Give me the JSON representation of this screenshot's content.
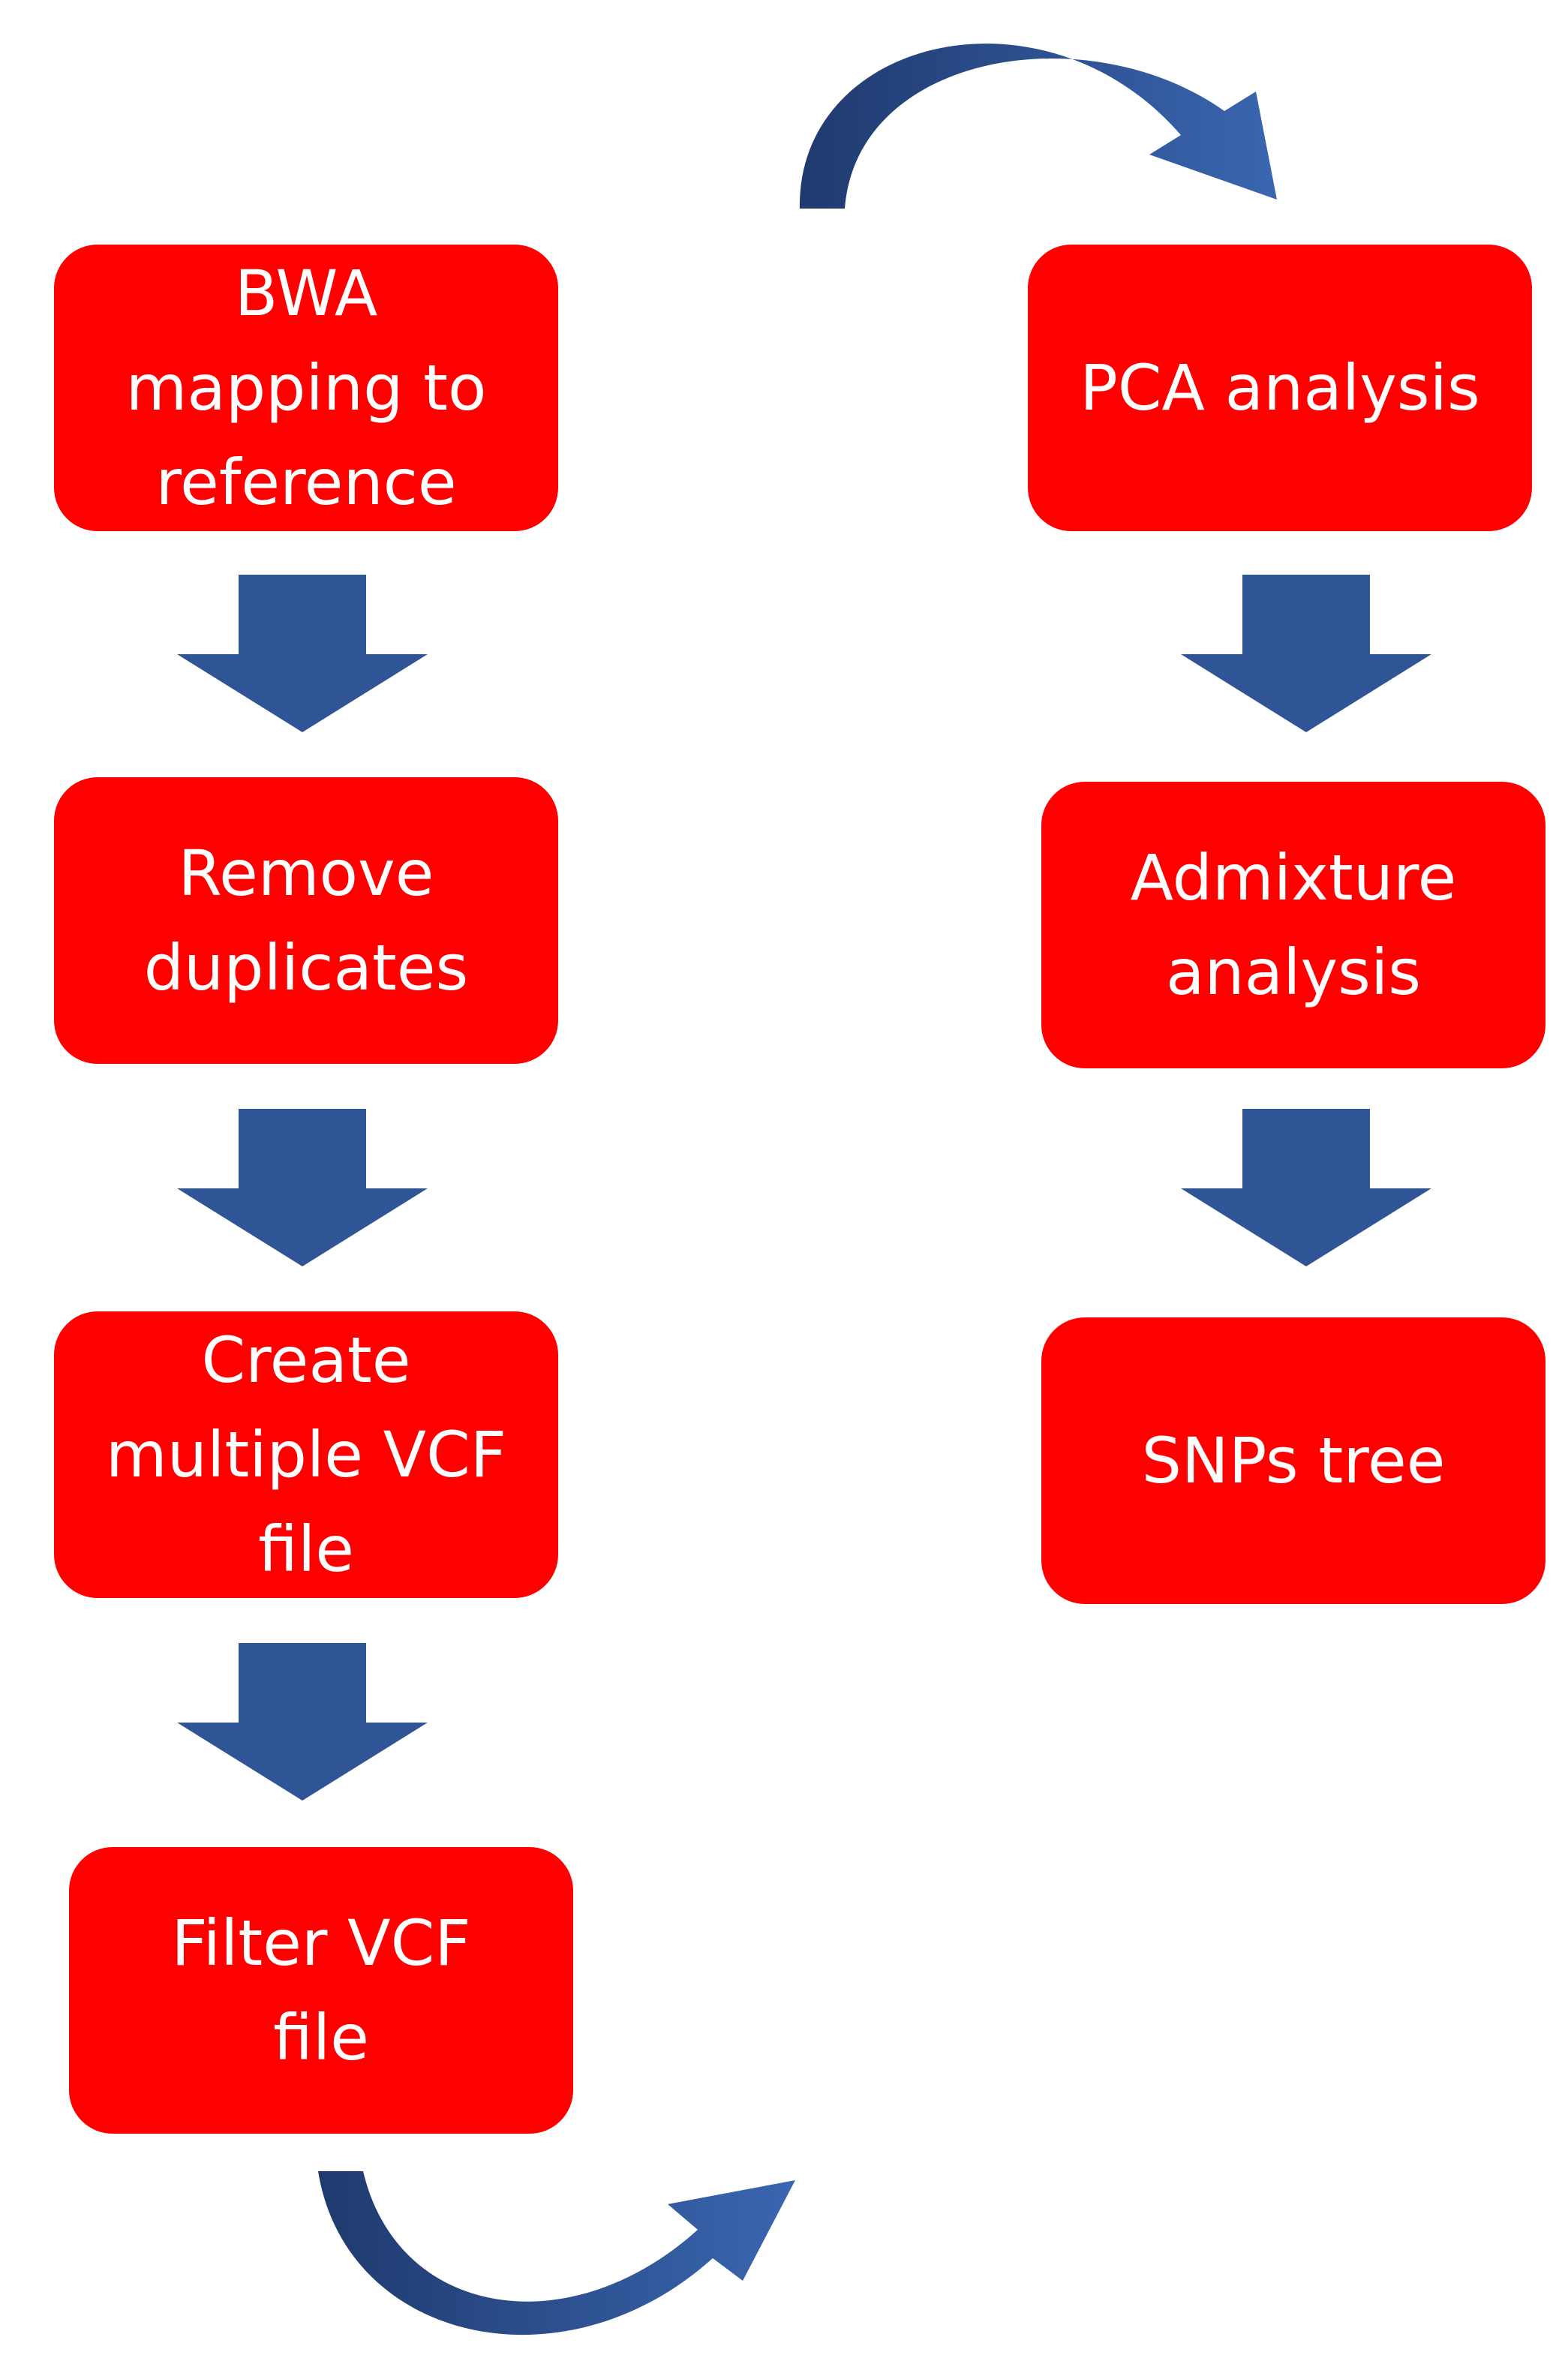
{
  "colors": {
    "box_fill": "#ff0000",
    "box_text": "#ffffff",
    "arrow_fill": "#2f5597",
    "background": "#ffffff"
  },
  "left_column": [
    {
      "id": "bwa",
      "label": "BWA\nmapping to\nreference"
    },
    {
      "id": "dup",
      "label": "Remove\nduplicates"
    },
    {
      "id": "vcf",
      "label": "Create\nmultiple VCF\nfile"
    },
    {
      "id": "filter",
      "label": "Filter VCF\nfile"
    }
  ],
  "right_column": [
    {
      "id": "pca",
      "label": "PCA analysis"
    },
    {
      "id": "admix",
      "label": "Admixture\nanalysis"
    },
    {
      "id": "tree",
      "label": "SNPs tree"
    }
  ],
  "connectors": {
    "down_arrow_icon": "down-arrow-icon",
    "curved_arrow_icon": "curved-arrow-icon"
  }
}
